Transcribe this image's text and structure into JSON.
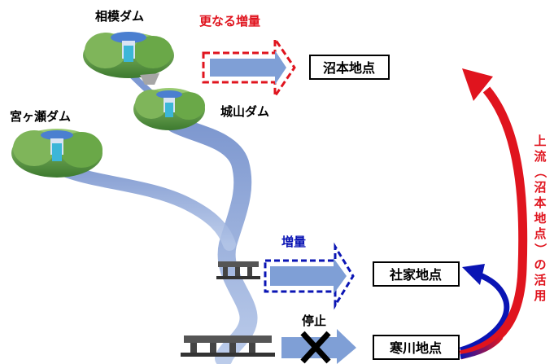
{
  "dams": {
    "sagami": "相模ダム",
    "shiroyama": "城山ダム",
    "miyagase": "宮ヶ瀬ダム"
  },
  "arrows": {
    "further_increase": "更なる増量",
    "increase": "増量",
    "stop": "停止"
  },
  "points": {
    "numamoto": "沼本地点",
    "shake": "社家地点",
    "samukawa": "寒川地点"
  },
  "side_label": {
    "chars": [
      "上",
      "流",
      "（",
      "沼",
      "本",
      "地",
      "点",
      "）",
      "の",
      "活",
      "用"
    ]
  },
  "colors": {
    "red": "#e0141e",
    "blue": "#0a14b4",
    "river": "#7d98d2",
    "arrow_fill": "#7f9fd6",
    "hill_dark": "#3f7d33",
    "hill_light": "#8fc26a"
  }
}
